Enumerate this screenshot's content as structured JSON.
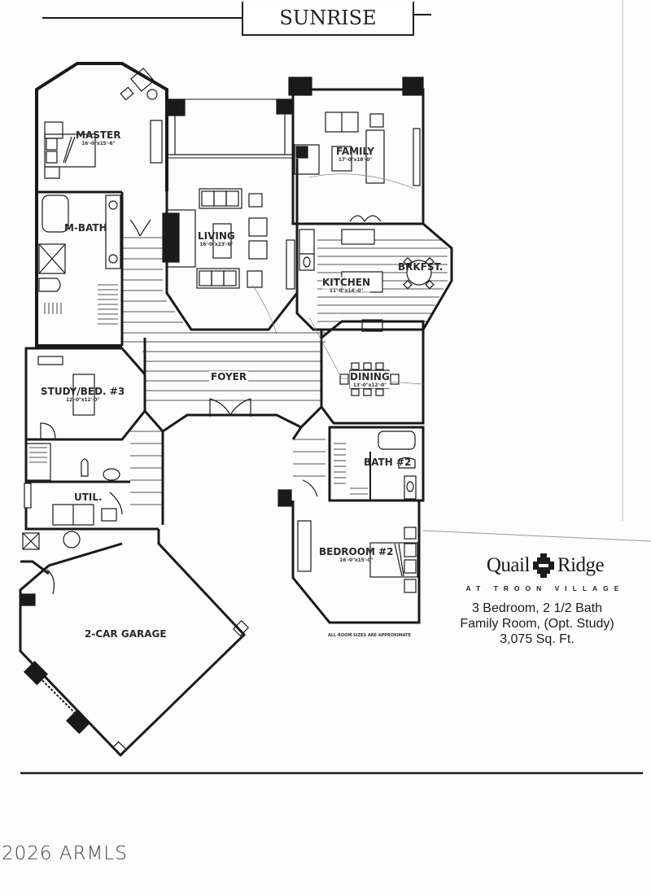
{
  "plan": {
    "title": "SUNRISE",
    "note": "ALL ROOM SIZES ARE APPROXIMATE"
  },
  "rooms": {
    "master": {
      "name": "MASTER",
      "dims": "16'-0\"x15'-6\""
    },
    "m_bath": {
      "name": "M-BATH"
    },
    "living": {
      "name": "LIVING",
      "dims": "16'-0\"x23'-6\""
    },
    "family": {
      "name": "FAMILY",
      "dims": "17'-0\"x18'-0\""
    },
    "kitchen": {
      "name": "KITCHEN",
      "dims": "11'-0\"x14'-0\""
    },
    "brkfst": {
      "name": "BRKFST."
    },
    "study": {
      "name": "STUDY/BED. #3",
      "dims": "12'-0\"x12'-0\""
    },
    "foyer": {
      "name": "FOYER"
    },
    "dining": {
      "name": "DINING",
      "dims": "13'-0\"x12'-0\""
    },
    "bath2": {
      "name": "BATH #2"
    },
    "util": {
      "name": "UTIL."
    },
    "bedroom2": {
      "name": "BEDROOM #2",
      "dims": "16'-0\"x15'-0\""
    },
    "garage": {
      "name": "2-CAR GARAGE"
    }
  },
  "brand": {
    "name_left": "Quail",
    "name_right": "Ridge",
    "subtitle": "AT TROON VILLAGE",
    "logo_icon": "southwest-cross-icon"
  },
  "specs": {
    "line1": "3 Bedroom, 2 1/2 Bath",
    "line2": "Family Room, (Opt. Study)",
    "line3": "3,075 Sq. Ft."
  },
  "watermark": {
    "copyright": "2026 ARMLS"
  },
  "colors": {
    "wall": "#1a1a1a",
    "paper": "#fdfdfd",
    "line": "#333333"
  }
}
